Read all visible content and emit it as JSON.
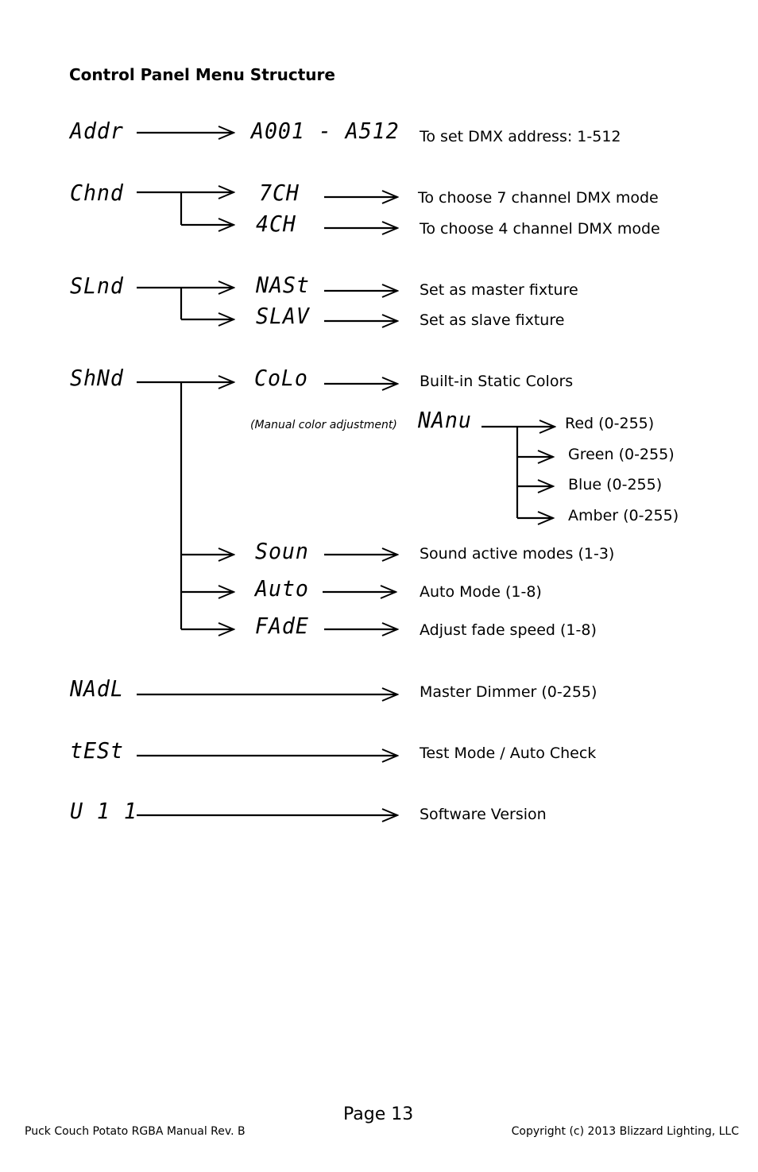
{
  "title": "Control Panel Menu Structure",
  "menus": {
    "addr": {
      "code": "Addr",
      "sub": "A001 - A512",
      "desc": "To set DMX address: 1-512"
    },
    "chnd": {
      "code": "Chnd",
      "options": [
        {
          "code": "7CH",
          "desc": "To choose 7 channel DMX mode"
        },
        {
          "code": "4CH",
          "desc": "To choose 4 channel DMX mode"
        }
      ]
    },
    "slnd": {
      "code": "SLnd",
      "options": [
        {
          "code": "NASt",
          "desc": "Set as master fixture"
        },
        {
          "code": "SLAV",
          "desc": "Set as slave fixture"
        }
      ]
    },
    "shnd": {
      "code": "ShNd",
      "colo": {
        "code": "CoLo",
        "desc": "Built-in Static Colors"
      },
      "manu": {
        "note": "(Manual color adjustment)",
        "code": "NAnu",
        "channels": [
          "Red (0-255)",
          "Green (0-255)",
          "Blue (0-255)",
          "Amber (0-255)"
        ]
      },
      "soun": {
        "code": "Soun",
        "desc": "Sound active modes (1-3)"
      },
      "auto": {
        "code": "Auto",
        "desc": "Auto Mode (1-8)"
      },
      "fade": {
        "code": "FAdE",
        "desc": "Adjust fade speed (1-8)"
      }
    },
    "madl": {
      "code": "NAdL",
      "desc": "Master Dimmer (0-255)"
    },
    "test": {
      "code": "tESt",
      "desc": "Test Mode / Auto Check"
    },
    "ver": {
      "code": "U 1 1",
      "desc": "Software Version"
    }
  },
  "page_label": "Page 13",
  "footer": {
    "left": "Puck Couch Potato RGBA Manual Rev. B",
    "right": "Copyright (c) 2013 Blizzard Lighting, LLC"
  }
}
